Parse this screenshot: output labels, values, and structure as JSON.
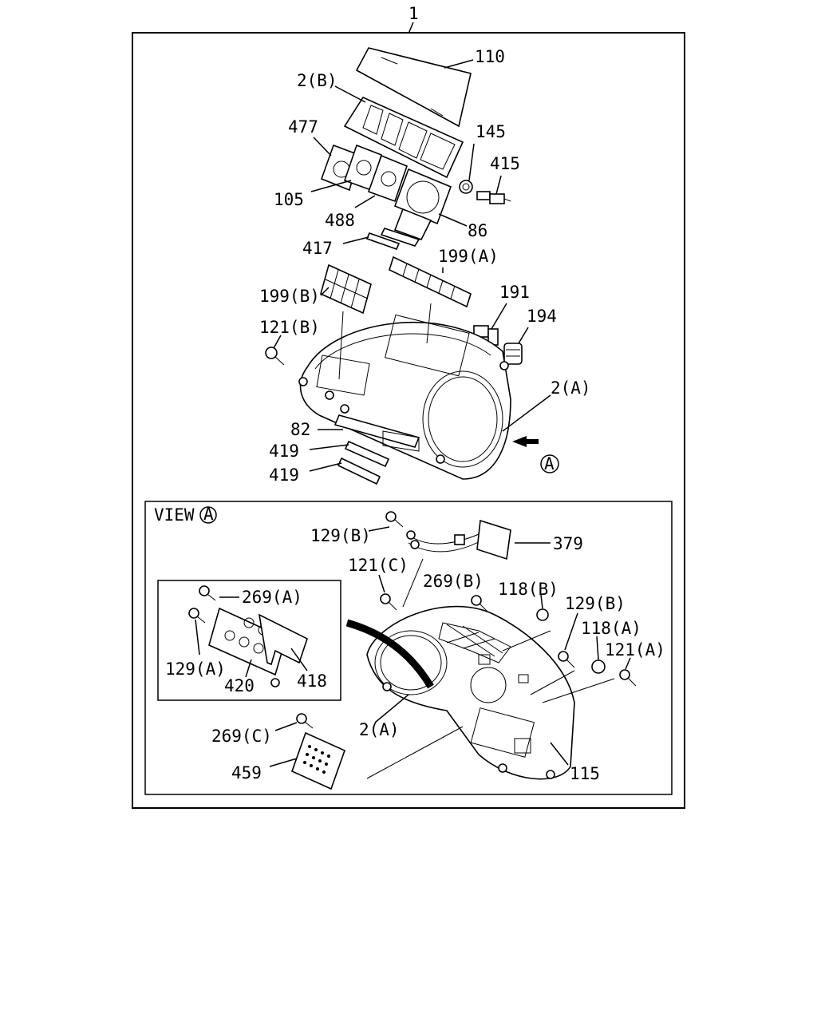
{
  "assembly_number": "1",
  "view_title": "VIEW",
  "view_marker": "A",
  "arrow_marker": "A",
  "labels": {
    "l110": "110",
    "l2b": "2(B)",
    "l477": "477",
    "l145": "145",
    "l415": "415",
    "l105": "105",
    "l488": "488",
    "l86": "86",
    "l417": "417",
    "l199a": "199(A)",
    "l199b": "199(B)",
    "l191": "191",
    "l194": "194",
    "l121b": "121(B)",
    "l2a_top": "2(A)",
    "l82": "82",
    "l419_1": "419",
    "l419_2": "419",
    "l129b_1": "129(B)",
    "l379": "379",
    "l121c": "121(C)",
    "l269b": "269(B)",
    "l118b": "118(B)",
    "l129b_2": "129(B)",
    "l118a": "118(A)",
    "l121a": "121(A)",
    "l269a": "269(A)",
    "l129a": "129(A)",
    "l420": "420",
    "l418": "418",
    "l2a_view": "2(A)",
    "l269c": "269(C)",
    "l459": "459",
    "l115": "115"
  }
}
